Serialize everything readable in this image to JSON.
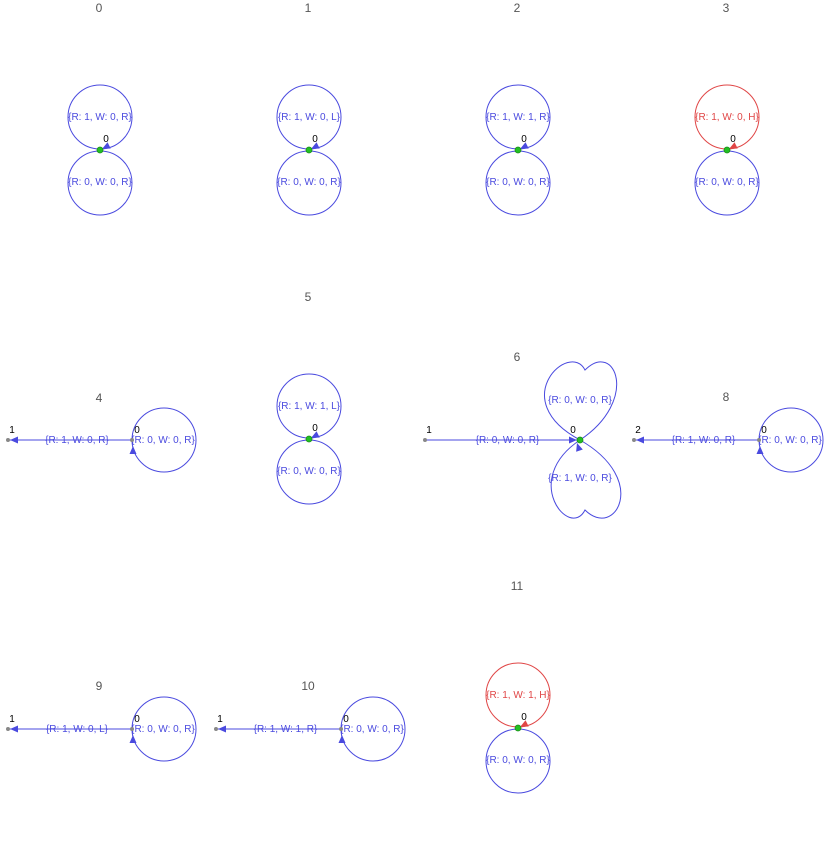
{
  "colors": {
    "edge": "#4a4adf",
    "halt_edge": "#e04646",
    "start_node": "#22c022",
    "node": "#888888",
    "title": "#555555",
    "node_label": "#000000"
  },
  "diagrams": [
    {
      "title": "0",
      "nodes": [
        {
          "label": "0",
          "start": true
        }
      ],
      "loops": [
        {
          "label": "{R: 1, W: 0, R}",
          "halt": false
        },
        {
          "label": "{R: 0, W: 0, R}",
          "halt": false
        }
      ],
      "edges": []
    },
    {
      "title": "1",
      "nodes": [
        {
          "label": "0",
          "start": true
        }
      ],
      "loops": [
        {
          "label": "{R: 1, W: 0, L}",
          "halt": false
        },
        {
          "label": "{R: 0, W: 0, R}",
          "halt": false
        }
      ],
      "edges": []
    },
    {
      "title": "2",
      "nodes": [
        {
          "label": "0",
          "start": true
        }
      ],
      "loops": [
        {
          "label": "{R: 1, W: 1, R}",
          "halt": false
        },
        {
          "label": "{R: 0, W: 0, R}",
          "halt": false
        }
      ],
      "edges": []
    },
    {
      "title": "3",
      "nodes": [
        {
          "label": "0",
          "start": true
        }
      ],
      "loops": [
        {
          "label": "{R: 1, W: 0, H}",
          "halt": true
        },
        {
          "label": "{R: 0, W: 0, R}",
          "halt": false
        }
      ],
      "edges": []
    },
    {
      "title": "4",
      "nodes": [
        {
          "label": "0",
          "start": false
        },
        {
          "label": "1",
          "start": false
        }
      ],
      "loops": [
        {
          "label": "{R: 0, W: 0, R}",
          "halt": false
        }
      ],
      "edges": [
        {
          "from": "0",
          "to": "1",
          "label": "{R: 1, W: 0, R}"
        }
      ]
    },
    {
      "title": "5",
      "nodes": [
        {
          "label": "0",
          "start": true
        }
      ],
      "loops": [
        {
          "label": "{R: 1, W: 1, L}",
          "halt": false
        },
        {
          "label": "{R: 0, W: 0, R}",
          "halt": false
        }
      ],
      "edges": []
    },
    {
      "title": "6",
      "nodes": [
        {
          "label": "1",
          "start": false
        },
        {
          "label": "0",
          "start": true
        }
      ],
      "loops": [
        {
          "label": "{R: 0, W: 0, R}",
          "halt": false
        },
        {
          "label": "{R: 1, W: 0, R}",
          "halt": false
        }
      ],
      "edges": [
        {
          "from": "1",
          "to": "0",
          "label": "{R: 0, W: 0, R}"
        }
      ]
    },
    {
      "title": "8",
      "nodes": [
        {
          "label": "0",
          "start": false
        },
        {
          "label": "2",
          "start": false
        }
      ],
      "loops": [
        {
          "label": "{R: 0, W: 0, R}",
          "halt": false
        }
      ],
      "edges": [
        {
          "from": "0",
          "to": "2",
          "label": "{R: 1, W: 0, R}"
        }
      ]
    },
    {
      "title": "9",
      "nodes": [
        {
          "label": "0",
          "start": false
        },
        {
          "label": "1",
          "start": false
        }
      ],
      "loops": [
        {
          "label": "{R: 0, W: 0, R}",
          "halt": false
        }
      ],
      "edges": [
        {
          "from": "0",
          "to": "1",
          "label": "{R: 1, W: 0, L}"
        }
      ]
    },
    {
      "title": "10",
      "nodes": [
        {
          "label": "0",
          "start": false
        },
        {
          "label": "1",
          "start": false
        }
      ],
      "loops": [
        {
          "label": "{R: 0, W: 0, R}",
          "halt": false
        }
      ],
      "edges": [
        {
          "from": "0",
          "to": "1",
          "label": "{R: 1, W: 1, R}"
        }
      ]
    },
    {
      "title": "11",
      "nodes": [
        {
          "label": "0",
          "start": true
        }
      ],
      "loops": [
        {
          "label": "{R: 1, W: 1, H}",
          "halt": true
        },
        {
          "label": "{R: 0, W: 0, R}",
          "halt": false
        }
      ],
      "edges": []
    }
  ]
}
